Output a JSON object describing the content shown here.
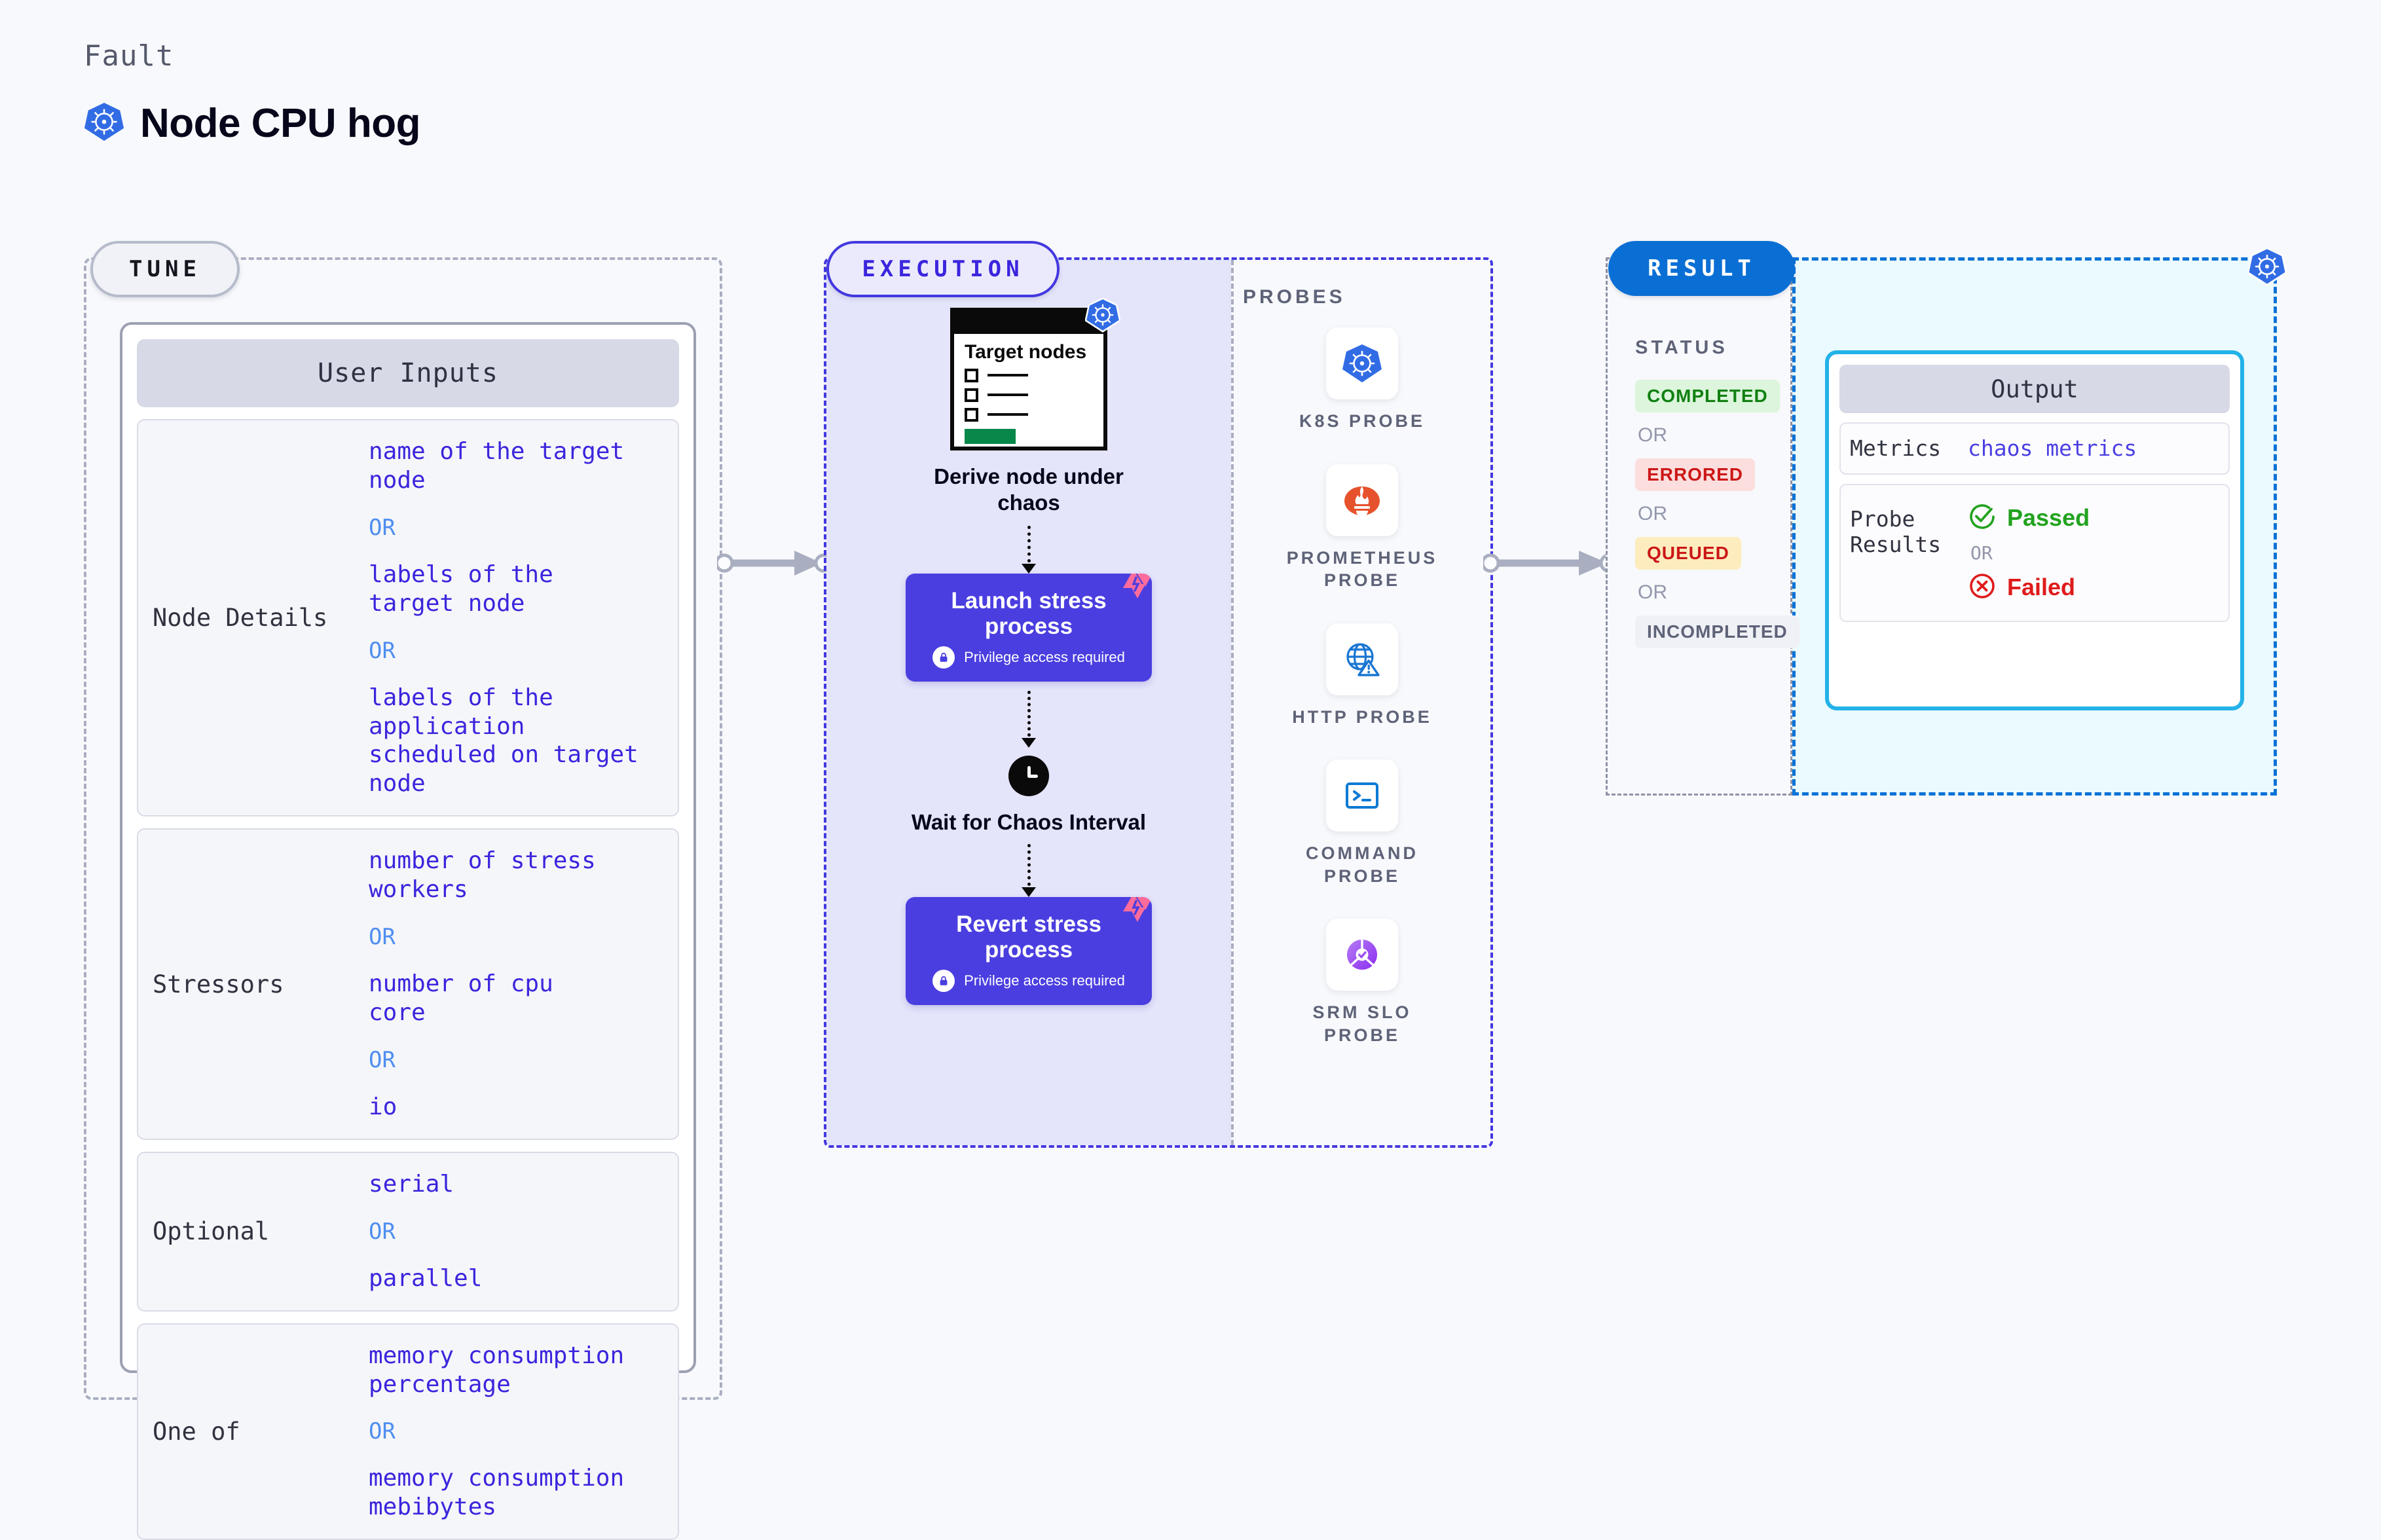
{
  "header": {
    "eyebrow": "Fault",
    "title": "Node CPU hog",
    "icon": "kubernetes-icon"
  },
  "tune": {
    "pill_label": "TUNE",
    "card_title": "User Inputs",
    "groups": [
      {
        "label": "Node Details",
        "items": [
          {
            "type": "value",
            "text": "name of the target\nnode"
          },
          {
            "type": "or",
            "text": "OR"
          },
          {
            "type": "value",
            "text": "labels of the\ntarget node"
          },
          {
            "type": "or",
            "text": "OR"
          },
          {
            "type": "value",
            "text": "labels of the application\n scheduled on target node"
          }
        ]
      },
      {
        "label": "Stressors",
        "items": [
          {
            "type": "value",
            "text": "number of stress\nworkers"
          },
          {
            "type": "or",
            "text": "OR"
          },
          {
            "type": "value",
            "text": "number of cpu\ncore"
          },
          {
            "type": "or",
            "text": "OR"
          },
          {
            "type": "value",
            "text": "io"
          }
        ]
      },
      {
        "label": "Optional",
        "items": [
          {
            "type": "value",
            "text": "serial"
          },
          {
            "type": "or",
            "text": "OR"
          },
          {
            "type": "value",
            "text": "parallel"
          }
        ]
      },
      {
        "label": "One of",
        "items": [
          {
            "type": "value",
            "text": "memory consumption\npercentage"
          },
          {
            "type": "or",
            "text": "OR"
          },
          {
            "type": "value",
            "text": "memory consumption\nmebibytes"
          }
        ]
      }
    ]
  },
  "execution": {
    "pill_label": "EXECUTION",
    "probes_label": "PROBES",
    "target_window": {
      "title": "Target\nnodes",
      "icon": "kubernetes-icon"
    },
    "steps": [
      {
        "caption": "Derive node under\nchaos",
        "icon": "target-nodes-window-icon"
      },
      {
        "caption": "Launch stress\nprocess",
        "privilege": "Privilege access required",
        "icon": "lock-icon",
        "badge": "litmus-chaos-badge"
      },
      {
        "caption": "Wait for Chaos\nInterval",
        "icon": "clock-icon"
      },
      {
        "caption": "Revert stress\nprocess",
        "privilege": "Privilege access required",
        "icon": "lock-icon",
        "badge": "litmus-chaos-badge"
      }
    ],
    "probes": [
      {
        "label": "K8S PROBE",
        "icon": "kubernetes-icon"
      },
      {
        "label": "PROMETHEUS\nPROBE",
        "icon": "prometheus-icon"
      },
      {
        "label": "HTTP PROBE",
        "icon": "globe-warning-icon"
      },
      {
        "label": "COMMAND\nPROBE",
        "icon": "terminal-icon"
      },
      {
        "label": "SRM SLO\nPROBE",
        "icon": "srm-slo-icon"
      }
    ]
  },
  "result": {
    "pill_label": "RESULT",
    "status_label": "STATUS",
    "k8s_badge": "kubernetes-icon",
    "statuses": [
      {
        "type": "badge",
        "text": "COMPLETED",
        "bg": "#dcf5dc",
        "color": "#118011"
      },
      {
        "type": "or",
        "text": "OR"
      },
      {
        "type": "badge",
        "text": "ERRORED",
        "bg": "#fcdede",
        "color": "#cc1717"
      },
      {
        "type": "or",
        "text": "OR"
      },
      {
        "type": "badge",
        "text": "QUEUED",
        "bg": "#fcecbe",
        "color": "#cc1717"
      },
      {
        "type": "or",
        "text": "OR"
      },
      {
        "type": "badge",
        "text": "INCOMPLETED",
        "bg": "#f0f1f6",
        "color": "#5e6378"
      }
    ],
    "output": {
      "title": "Output",
      "metrics_label": "Metrics",
      "metrics_value": "chaos metrics",
      "probe_results_label": "Probe\nResults",
      "passed": "Passed",
      "failed": "Failed",
      "or": "OR"
    }
  },
  "colors": {
    "accent_blue": "#3b25dd",
    "execution_fill": "#e4e4fb",
    "result_fill": "#eafaff",
    "k8s_blue": "#326ce5",
    "litmus_pink": "#ff6c9c",
    "stress_card": "#4a3ee0",
    "passed_green": "#22a21f",
    "failed_red": "#e01b1b"
  }
}
